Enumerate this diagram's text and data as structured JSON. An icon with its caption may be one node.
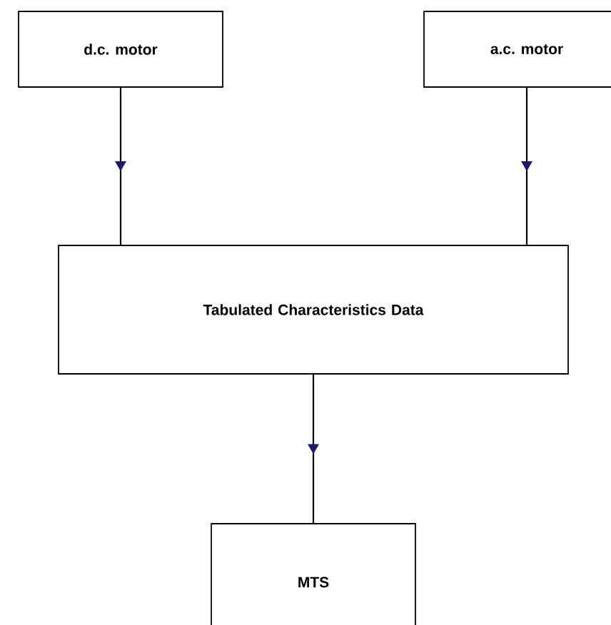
{
  "diagram": {
    "nodes": [
      {
        "text": [
          "d.c. motor"
        ]
      },
      {
        "text": [
          "a.c. motor"
        ]
      },
      {
        "text": [
          "Tabulated Characteristics Data"
        ]
      },
      {
        "text": [
          "MTS"
        ]
      }
    ],
    "edges": [
      {
        "from": 0,
        "to": 2,
        "arrow": "to"
      },
      {
        "from": 1,
        "to": 2,
        "arrow": "to"
      },
      {
        "from": 2,
        "to": 3,
        "arrow": "to"
      }
    ]
  }
}
